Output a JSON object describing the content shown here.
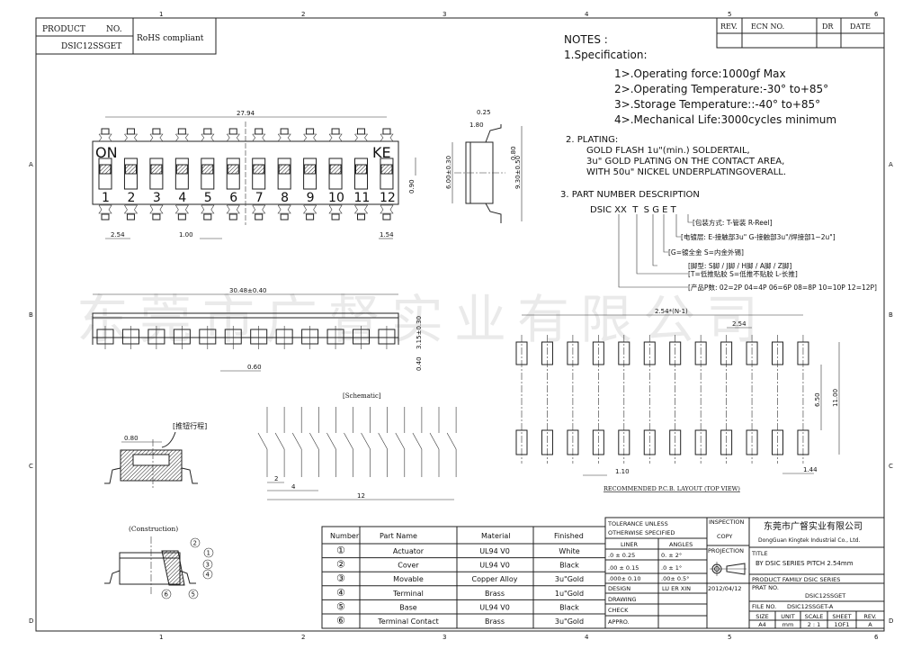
{
  "frame": {
    "columns": [
      "1",
      "2",
      "3",
      "4",
      "5",
      "6"
    ],
    "rows": [
      "A",
      "B",
      "C",
      "D"
    ]
  },
  "product_block": {
    "product_label": "PRODUCT",
    "no_label": "NO.",
    "product_no": "DSIC12SSGET",
    "rohs": "RoHS compliant"
  },
  "revision_table": {
    "headers": [
      "REV.",
      "ECN NO.",
      "DR",
      "DATE"
    ]
  },
  "notes": {
    "title": "NOTES :",
    "spec_title": "1.Specification:",
    "spec_items": [
      "1>.Operating force:1000gf Max",
      "2>.Operating Temperature:-30° to+85°",
      "3>.Storage Temperature::-40° to+85°",
      "4>.Mechanical Life:3000cycles minimum"
    ],
    "plating_title": "2. PLATING:",
    "plating_lines": [
      "GOLD FLASH 1u\"(min.) SOLDERTAIL,",
      "3u\" GOLD PLATING  ON THE CONTACT AREA,",
      "WITH 50u\" NICKEL UNDERPLATINGOVERALL."
    ],
    "part_number_title": "3. PART NUMBER DESCRIPTION",
    "part_number_code": "DSIC XX  T  S G E T",
    "part_number_legend": [
      "[包装方式: T-管装  R-Reel]",
      "[电镀层: E-接触部3u\" G-接触部3u\"/焊接部1~2u\"]",
      "[G=镀全金  S=内金外锡]",
      "[脚型: S脚 / J脚 / H脚 / A脚 / Z脚]",
      "[T=低推贴胶 S=低推不贴胶 L-长推]",
      "[产品P数: 02=2P 04=4P 06=6P 08=8P 10=10P 12=12P]"
    ]
  },
  "top_view": {
    "on_label": "ON",
    "ke_label": "KE",
    "switch_numbers": [
      "1",
      "2",
      "3",
      "4",
      "5",
      "6",
      "7",
      "8",
      "9",
      "10",
      "11",
      "12"
    ],
    "dim_overall": "27.94",
    "dim_pitch": "2.54",
    "dim_width": "1.00",
    "dim_end": "1.54",
    "dim_act": "0.90"
  },
  "side_view": {
    "dim_lead": "0.25",
    "dim_depth": "1.80",
    "dim_body": "6.00±0.30",
    "dim_act": "0.80",
    "dim_total": "9.30±0.50"
  },
  "front_view": {
    "dim_length": "30.48±0.40",
    "dim_height": "3.15±0.30",
    "dim_standoff": "0.40",
    "dim_lead": "0.60"
  },
  "schematic": {
    "title": "[Schematic]",
    "dim_a": "2",
    "dim_b": "4",
    "dim_c": "12"
  },
  "cross_section": {
    "label": "[推钮行程]",
    "dim": "0.80"
  },
  "pcb_layout": {
    "dim_span": "2.54*(N-1)",
    "dim_pitch": "2.54",
    "dim_inner": "6.50",
    "dim_outer": "11.00",
    "dim_pad": "1.10",
    "dim_edge": "1.44",
    "title": "RECOMMENDED P.C.B. LAYOUT (TOP VIEW)"
  },
  "construction": {
    "title": "(Construction)",
    "callouts": [
      "1",
      "2",
      "3",
      "4",
      "5",
      "6"
    ]
  },
  "bom": {
    "headers": [
      "Number",
      "Part Name",
      "Material",
      "Finished"
    ],
    "rows": [
      {
        "num": "①",
        "name": "Actuator",
        "material": "UL94 V0",
        "finish": "White"
      },
      {
        "num": "②",
        "name": "Cover",
        "material": "UL94 V0",
        "finish": "Black"
      },
      {
        "num": "③",
        "name": "Movable",
        "material": "Copper Alloy",
        "finish": "3u\"Gold"
      },
      {
        "num": "④",
        "name": "Terminal",
        "material": "Brass",
        "finish": "1u\"Gold"
      },
      {
        "num": "⑤",
        "name": "Base",
        "material": "UL94 V0",
        "finish": "Black"
      },
      {
        "num": "⑥",
        "name": "Terminal Contact",
        "material": "Brass",
        "finish": "3u\"Gold"
      }
    ]
  },
  "tolerance": {
    "title1": "TOLERANCE UNLESS",
    "title2": "OTHERWISE SPECIFIED",
    "liner": "LINER",
    "angles": "ANGLES",
    "rows": [
      {
        "liner": ".0  ±  0.25",
        "angle": "0.  ±   2°"
      },
      {
        "liner": ".00 ± 0.15",
        "angle": ".0 ±   1°"
      },
      {
        "liner": ".000± 0.10",
        "angle": ".00±   0.5°"
      }
    ],
    "design": "DESIGN",
    "designer": "LU ER XIN",
    "date": "2012/04/12",
    "drawing": "DRAWING",
    "check": "CHECK",
    "appro": "APPRO."
  },
  "inspection": {
    "label": "INSPECTION",
    "copy": "COPY",
    "projection": "PROJECTION"
  },
  "company": {
    "name_cn": "东莞市广督实业有限公司",
    "name_en": "DongGuan Kingtek Industrial Co., Ltd.",
    "title_label": "TITLE",
    "title": "BY DSIC SERIES PITCH 2.54mm",
    "family": "PRODUCT FAMILY DSIC SERIES",
    "part_label": "PRAT NO.",
    "part_no": "DSIC12SSGET",
    "file_label": "FILE NO.",
    "file_no": "DSIC12SSGET-A",
    "footer_headers": [
      "SIZE",
      "UNIT",
      "SCALE",
      "SHEET",
      "REV."
    ],
    "footer_values": [
      "A4",
      "mm",
      "2 : 1",
      "1OF1",
      "A"
    ]
  },
  "watermark": "东莞市广督实业有限公司"
}
